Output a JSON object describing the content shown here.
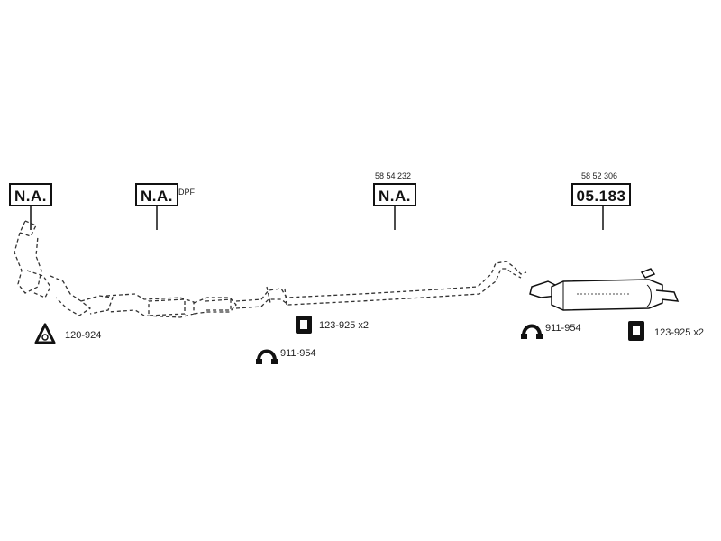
{
  "parts": [
    {
      "id": "p1",
      "code": "N.A.",
      "ref": "",
      "suffix": ""
    },
    {
      "id": "p2",
      "code": "N.A.",
      "ref": "",
      "suffix": "DPF"
    },
    {
      "id": "p3",
      "code": "N.A.",
      "ref": "58 54 232",
      "suffix": ""
    },
    {
      "id": "p4",
      "code": "05.183",
      "ref": "58 52 306",
      "suffix": ""
    }
  ],
  "accessories": [
    {
      "id": "a1",
      "label": "120-924",
      "icon": "gasket-triangle-icon"
    },
    {
      "id": "a2",
      "label": "123-925 x2",
      "icon": "rubber-hanger-icon"
    },
    {
      "id": "a3",
      "label": "911-954",
      "icon": "pipe-clamp-icon"
    },
    {
      "id": "a4",
      "label": "911-954",
      "icon": "pipe-clamp-icon"
    },
    {
      "id": "a5",
      "label": "123-925 x2",
      "icon": "rubber-hanger-icon"
    }
  ]
}
